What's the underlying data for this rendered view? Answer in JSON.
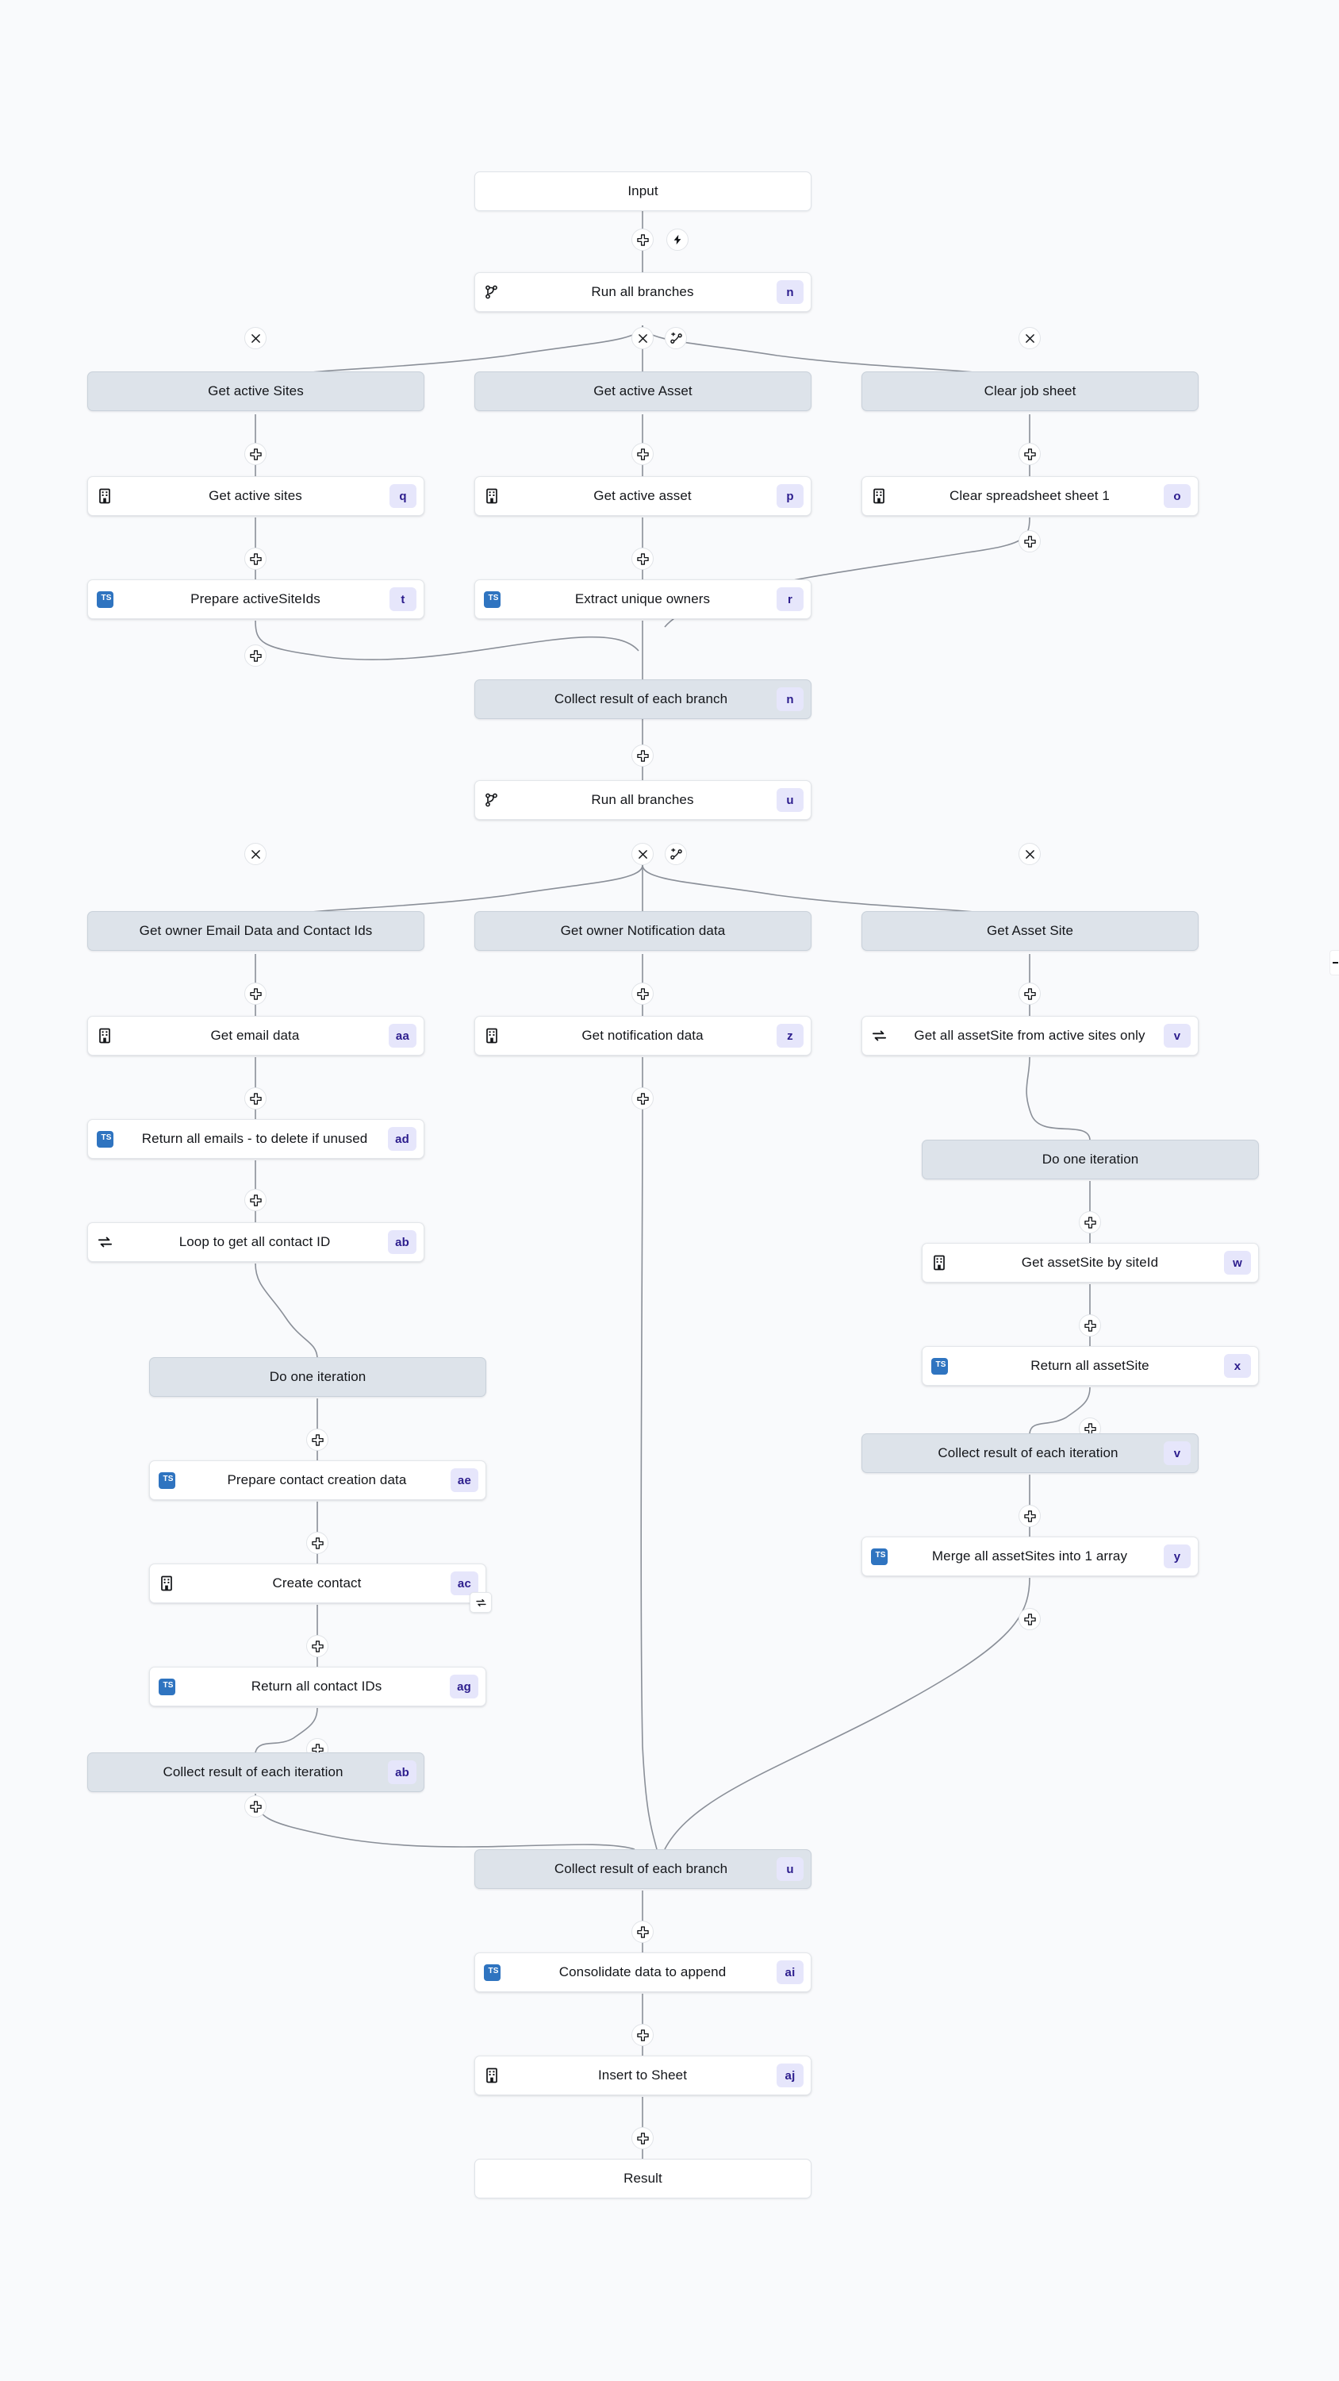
{
  "canvas": {
    "background": "#f9fafc",
    "group_color": "#dde3ea",
    "card_color": "#ffffff",
    "badge_bg": "#e6e6fb",
    "badge_fg": "#2c1d8d",
    "edge_color": "#8a8f98",
    "ts_icon_color": "#2f74c0"
  },
  "nodes": {
    "input": {
      "label": "Input"
    },
    "run_all_1": {
      "label": "Run all branches",
      "badge": "n",
      "icon": "branch-fork-icon"
    },
    "grp_sites": {
      "label": "Get active Sites"
    },
    "grp_asset": {
      "label": "Get active Asset"
    },
    "grp_clear": {
      "label": "Clear job sheet"
    },
    "get_active_sites": {
      "label": "Get active sites",
      "badge": "q",
      "icon": "building-icon"
    },
    "get_active_asset": {
      "label": "Get active asset",
      "badge": "p",
      "icon": "building-icon"
    },
    "clear_sheet": {
      "label": "Clear spreadsheet sheet 1",
      "badge": "o",
      "icon": "building-icon"
    },
    "prepare_siteids": {
      "label": "Prepare activeSiteIds",
      "badge": "t",
      "icon": "typescript-icon"
    },
    "extract_owners": {
      "label": "Extract unique owners",
      "badge": "r",
      "icon": "typescript-icon"
    },
    "collect_branch_1": {
      "label": "Collect result of each branch",
      "badge": "n"
    },
    "run_all_2": {
      "label": "Run all branches",
      "badge": "u",
      "icon": "branch-fork-icon"
    },
    "grp_email": {
      "label": "Get owner Email Data and Contact Ids"
    },
    "grp_notif": {
      "label": "Get owner Notification data"
    },
    "grp_assetsite": {
      "label": "Get Asset Site"
    },
    "get_email_data": {
      "label": "Get email data",
      "badge": "aa",
      "icon": "building-icon"
    },
    "get_notif_data": {
      "label": "Get notification data",
      "badge": "z",
      "icon": "building-icon"
    },
    "get_all_assetsite": {
      "label": "Get all assetSite from active sites only",
      "badge": "v",
      "icon": "loop-icon"
    },
    "return_all_emails": {
      "label": "Return all emails - to delete if unused",
      "badge": "ad",
      "icon": "typescript-icon"
    },
    "loop_contact_id": {
      "label": "Loop to get all contact ID",
      "badge": "ab",
      "icon": "loop-icon"
    },
    "do_one_iter_left": {
      "label": "Do one iteration"
    },
    "do_one_iter_right": {
      "label": "Do one iteration"
    },
    "prepare_contact": {
      "label": "Prepare contact creation data",
      "badge": "ae",
      "icon": "typescript-icon"
    },
    "create_contact": {
      "label": "Create contact",
      "badge": "ac",
      "icon": "building-icon",
      "retry_icon": "loop-icon"
    },
    "return_contact_ids": {
      "label": "Return all contact IDs",
      "badge": "ag",
      "icon": "typescript-icon"
    },
    "collect_iter_left": {
      "label": "Collect result of each iteration",
      "badge": "ab"
    },
    "get_assetsite_by_siteid": {
      "label": "Get assetSite by siteId",
      "badge": "w",
      "icon": "building-icon"
    },
    "return_all_assetsite": {
      "label": "Return all assetSite",
      "badge": "x",
      "icon": "typescript-icon"
    },
    "collect_iter_right": {
      "label": "Collect result of each iteration",
      "badge": "v"
    },
    "merge_assetsites": {
      "label": "Merge all assetSites into 1 array",
      "badge": "y",
      "icon": "typescript-icon"
    },
    "collect_branch_2": {
      "label": "Collect result of each branch",
      "badge": "u"
    },
    "consolidate": {
      "label": "Consolidate data to append",
      "badge": "ai",
      "icon": "typescript-icon"
    },
    "insert_sheet": {
      "label": "Insert to Sheet",
      "badge": "aj",
      "icon": "building-icon"
    },
    "result": {
      "label": "Result"
    }
  },
  "handles": {
    "plus": "plus-icon",
    "bolt": "bolt-icon",
    "close": "close-icon",
    "add_branch": "add-branch-icon"
  },
  "right_edge": {
    "name": "panel-handle"
  }
}
